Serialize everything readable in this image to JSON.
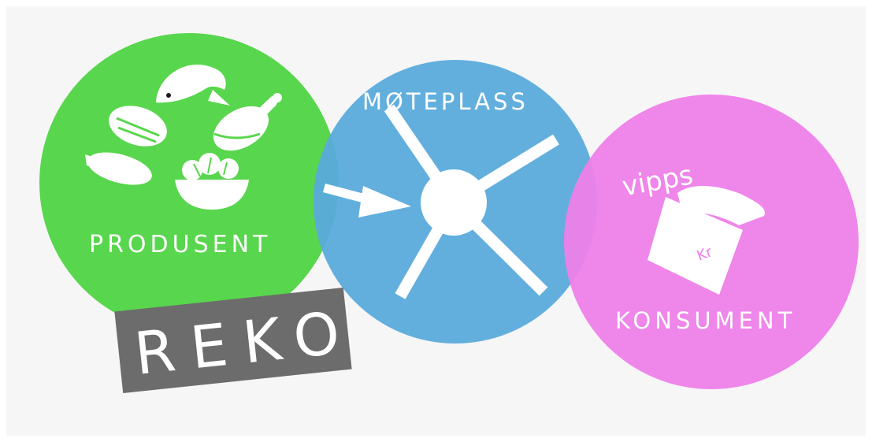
{
  "producer": {
    "label": "PRODUSENT",
    "color": "#58d64d",
    "icons": [
      "fish-icon",
      "bread-icon",
      "chicken-icon",
      "eggplant-icon",
      "salad-bowl-icon"
    ]
  },
  "meeting_place": {
    "label": "MØTEPLASS",
    "color": "#5aabdc",
    "icons": [
      "arrow-icon",
      "hub-icon"
    ]
  },
  "consumer": {
    "label": "KONSUMENT",
    "color": "#ee80e9",
    "payment_brand": "vipps",
    "payment_symbol": "Kr",
    "icons": [
      "vipps-logo",
      "card-payment-icon"
    ]
  },
  "badge": {
    "label": "REKO",
    "color": "#6c6c6c"
  }
}
